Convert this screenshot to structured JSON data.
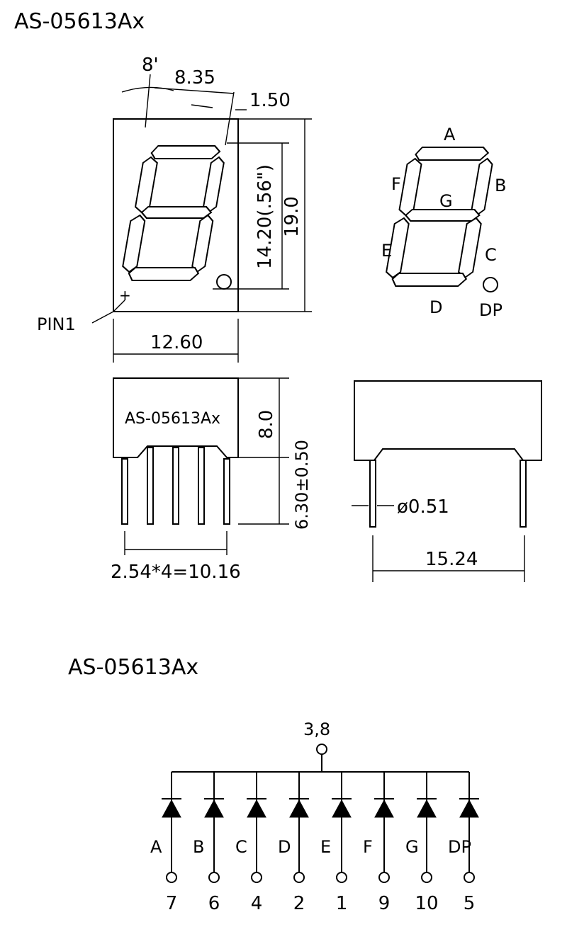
{
  "top_title": "AS-05613Ax",
  "dims": {
    "angle": "8'",
    "width_top": "8.35",
    "offset": "1.50",
    "digit_height": "14.20(.56\")",
    "total_height": "19.0",
    "width": "12.60",
    "body_height": "8.0",
    "pin_length": "6.30±0.50",
    "pitch": "2.54*4=10.16",
    "pin_dia": "ø0.51",
    "row_spacing": "15.24"
  },
  "pin1_label": "PIN1",
  "side_label": "AS-05613Ax",
  "segment_names": {
    "a": "A",
    "b": "B",
    "c": "C",
    "d": "D",
    "e": "E",
    "f": "F",
    "g": "G",
    "dp": "DP"
  },
  "schematic": {
    "title": "AS-05613Ax",
    "common": "3,8",
    "diodes": [
      {
        "seg": "A",
        "pin": "7"
      },
      {
        "seg": "B",
        "pin": "6"
      },
      {
        "seg": "C",
        "pin": "4"
      },
      {
        "seg": "D",
        "pin": "2"
      },
      {
        "seg": "E",
        "pin": "1"
      },
      {
        "seg": "F",
        "pin": "9"
      },
      {
        "seg": "G",
        "pin": "10"
      },
      {
        "seg": "DP",
        "pin": "5"
      }
    ]
  }
}
